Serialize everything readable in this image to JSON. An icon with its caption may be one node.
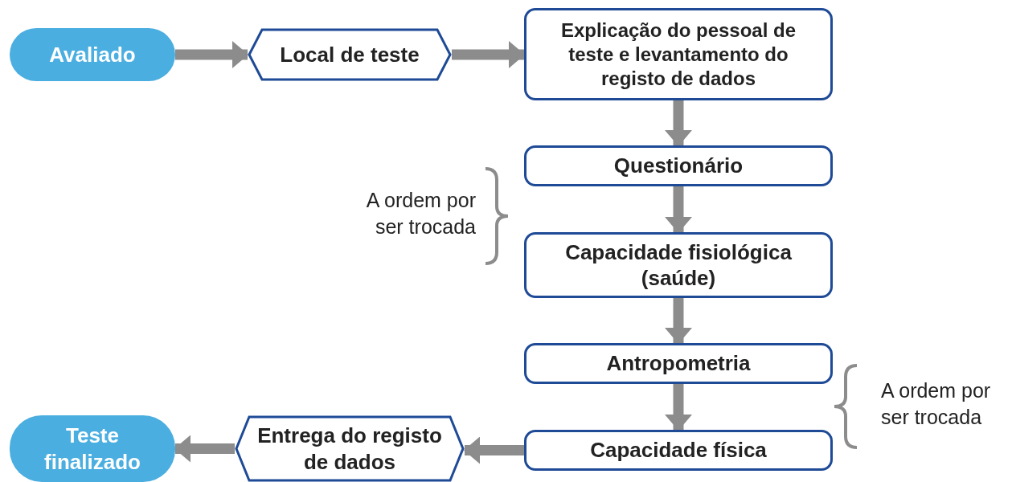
{
  "diagram": {
    "nodes": [
      {
        "text": [
          "Avaliado"
        ]
      },
      {
        "text": [
          "Local de teste"
        ]
      },
      {
        "text": [
          "Explicação do pessoal de teste e levantamento do registo de dados"
        ]
      },
      {
        "text": [
          "Questionário"
        ]
      },
      {
        "text": [
          "Capacidade fisiológica (saúde)"
        ]
      },
      {
        "text": [
          "Antropometria"
        ]
      },
      {
        "text": [
          "Capacidade física"
        ]
      },
      {
        "text": [
          "Entrega do registo de dados"
        ]
      },
      {
        "text": [
          "Teste finalizado"
        ]
      }
    ],
    "edges": [
      {
        "from": 0,
        "to": 1,
        "arrow": "to"
      },
      {
        "from": 1,
        "to": 2,
        "arrow": "to"
      },
      {
        "from": 2,
        "to": 3,
        "arrow": "to"
      },
      {
        "from": 3,
        "to": 4,
        "arrow": "to"
      },
      {
        "from": 4,
        "to": 5,
        "arrow": "to"
      },
      {
        "from": 5,
        "to": 6,
        "arrow": "to"
      },
      {
        "from": 6,
        "to": 7,
        "arrow": "to"
      },
      {
        "from": 7,
        "to": 8,
        "arrow": "to"
      }
    ],
    "labels": [
      "A ordem por ser trocada",
      "A ordem por ser trocada"
    ]
  }
}
